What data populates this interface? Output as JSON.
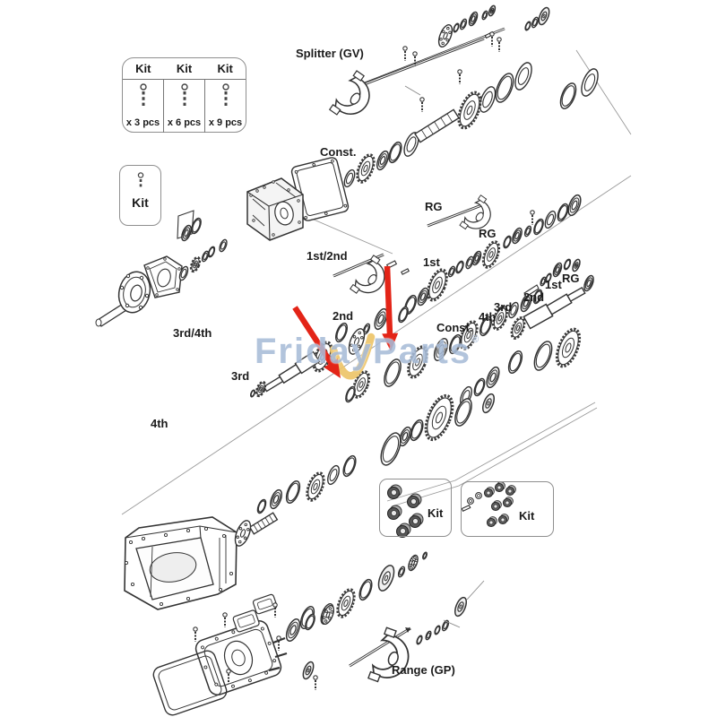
{
  "diagram": {
    "title_hint": "transmission exploded parts diagram",
    "watermark": {
      "text": "FridayParts",
      "registered": "®"
    },
    "labels": {
      "splitter": "Splitter (GV)",
      "const_front": "Const.",
      "rg_fork": "RG",
      "rg_gear": "RG",
      "rg_shaft": "RG",
      "first_gear": "1st",
      "first_shaft": "1st",
      "second_gear": "2nd",
      "second_shaft": "2nd",
      "third_shaft": "3rd",
      "fourth_shaft": "4th",
      "third_gear_left": "3rd",
      "fourth_gear_left": "4th",
      "first_second_fork": "1st/2nd",
      "third_fourth_fork": "3rd/4th",
      "const_mid": "Const.",
      "range": "Range (GP)"
    },
    "kits": {
      "multi": {
        "columns": [
          {
            "title": "Kit",
            "qty": "x 3 pcs"
          },
          {
            "title": "Kit",
            "qty": "x 6 pcs"
          },
          {
            "title": "Kit",
            "qty": "x 9 pcs"
          }
        ]
      },
      "single": {
        "title": "Kit"
      },
      "rollers": {
        "title": "Kit"
      },
      "hardware": {
        "title": "Kit"
      }
    },
    "colors": {
      "arrow": "#e32417",
      "watermark_text": "#a8bcd8",
      "watermark_swoosh": "#edc469",
      "line": "#333333"
    }
  }
}
